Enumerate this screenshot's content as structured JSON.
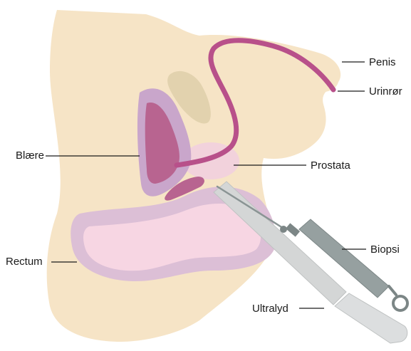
{
  "labels": {
    "penis": "Penis",
    "urinror": "Urinrør",
    "blaere": "Blære",
    "prostata": "Prostata",
    "rectum": "Rectum",
    "biopsi": "Biopsi",
    "ultralyd": "Ultralyd"
  },
  "colors": {
    "skin": "#f6e4c6",
    "bladder_outer": "#c9a6cb",
    "bladder_inner": "#b86490",
    "urethra": "#b8508a",
    "prostate": "#f2d2dc",
    "rectum_outer": "#dcbfd6",
    "rectum_inner": "#f7d6e3",
    "bone": "#e2d2ae",
    "probe": "#d4d6d6",
    "needle_gun": "#96a0a0"
  }
}
